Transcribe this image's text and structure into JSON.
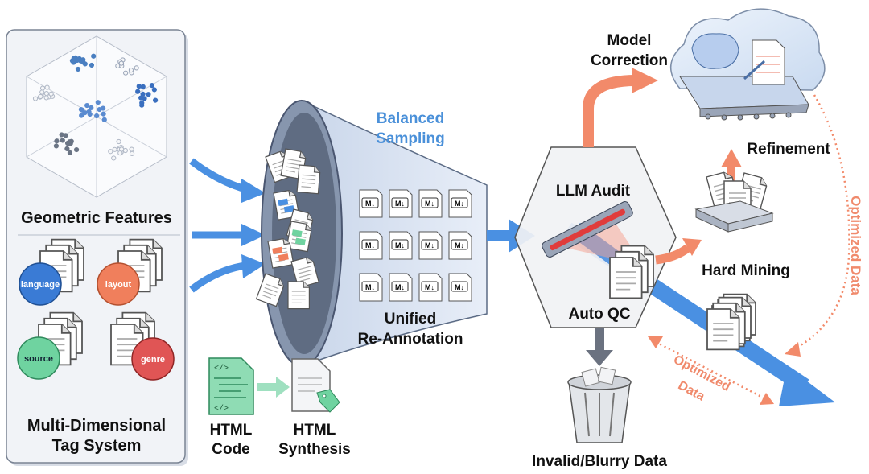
{
  "left_panel": {
    "geometric_label": "Geometric Features",
    "tags": [
      {
        "label": "language",
        "color": "#3a7bd5"
      },
      {
        "label": "layout",
        "color": "#f07f5c"
      },
      {
        "label": "source",
        "color": "#6fd3a0"
      },
      {
        "label": "genre",
        "color": "#e05555"
      }
    ],
    "tag_title_line1": "Multi-Dimensional",
    "tag_title_line2": "Tag System"
  },
  "funnel": {
    "sampling_line1": "Balanced",
    "sampling_line2": "Sampling",
    "annotation_line1": "Unified",
    "annotation_line2": "Re-Annotation",
    "markdown_icon_text": "M↓"
  },
  "html": {
    "code_line1": "HTML",
    "code_line2": "Code",
    "code_icon_text": "</>",
    "synthesis_line1": "HTML",
    "synthesis_line2": "Synthesis"
  },
  "audit": {
    "llm_audit": "LLM Audit",
    "auto_qc": "Auto QC",
    "invalid": "Invalid/Blurry Data"
  },
  "refine": {
    "model_correction_line1": "Model",
    "model_correction_line2": "Correction",
    "refinement": "Refinement",
    "hard_mining": "Hard Mining",
    "optimized_vertical": "Optimized Data",
    "optimized_line1": "Optimized",
    "optimized_line2": "Data"
  },
  "colors": {
    "flow_blue": "#4a90e2",
    "correction_orange": "#f28a6a",
    "discard_gray": "#6b7280",
    "panel_bg": "#f1f3f7"
  }
}
